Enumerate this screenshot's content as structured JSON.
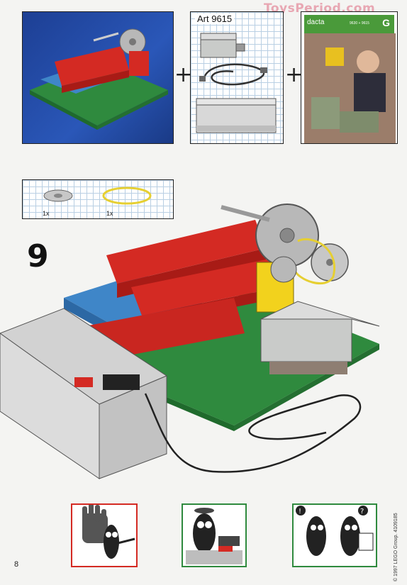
{
  "watermark": "ToysPeriod.com",
  "top_panels": {
    "art_label": "Art 9615",
    "plus": "+",
    "docta": {
      "logo": "dacta",
      "range": "9630 + 9615",
      "letter": "G"
    }
  },
  "parts_list": {
    "items": [
      {
        "name": "pulley-wheel",
        "qty": "1x"
      },
      {
        "name": "rubber-band",
        "qty": "1x"
      }
    ]
  },
  "step": {
    "number": "9"
  },
  "footer": {
    "page_number": "8",
    "copyright": "© 1997 LEGO Group.  4109185"
  },
  "colors": {
    "brick_red": "#d42a23",
    "base_green": "#2f8a3e",
    "plate_blue": "#3f86c8",
    "battery_gray": "#c9cbc9",
    "gear_gray": "#b8b8b8",
    "yellow": "#f2d21d"
  }
}
